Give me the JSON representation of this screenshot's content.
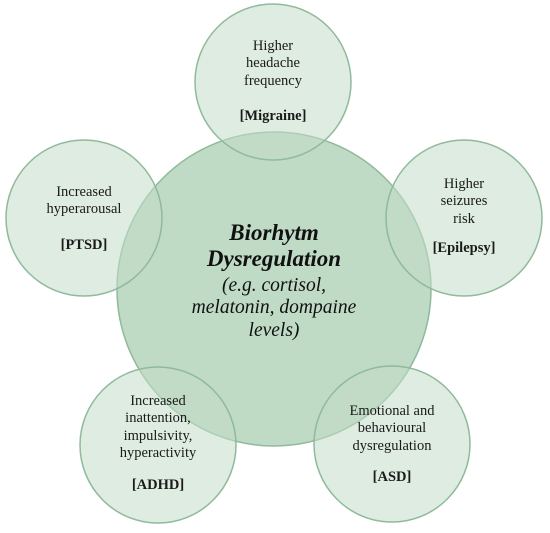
{
  "center": {
    "title": "Biorhytm\nDysregulation",
    "subtitle": "(e.g. cortisol,\nmelatonin, dompaine\nlevels)"
  },
  "satellites": [
    {
      "id": "migraine",
      "description": "Higher\nheadache\nfrequency",
      "condition": "[Migraine]"
    },
    {
      "id": "epilepsy",
      "description": "Higher\nseizures\nrisk",
      "condition": "[Epilepsy]"
    },
    {
      "id": "asd",
      "description": "Emotional and\nbehavioural\ndysregulation",
      "condition": "[ASD]"
    },
    {
      "id": "adhd",
      "description": "Increased\ninattention,\nimpulsivity,\nhyperactivity",
      "condition": "[ADHD]"
    },
    {
      "id": "ptsd",
      "description": "Increased\nhyperarousal",
      "condition": "[PTSD]"
    }
  ],
  "colors": {
    "circle_fill": "#c3dcc9",
    "circle_stroke": "#8fba9b",
    "center_fill": "#a9cdb2"
  }
}
